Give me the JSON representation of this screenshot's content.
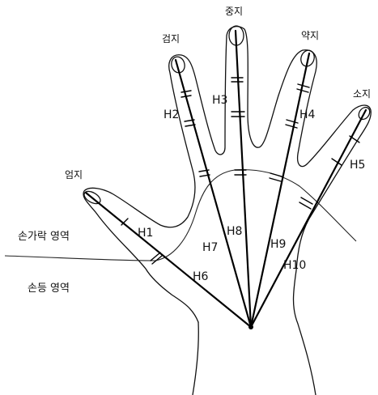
{
  "finger_names": {
    "thumb": "엄지",
    "index": "검지",
    "middle": "중지",
    "ring": "약지",
    "little": "소지"
  },
  "measurement_labels": {
    "h1": "H1",
    "h2": "H2",
    "h3": "H3",
    "h4": "H4",
    "h5": "H5",
    "h6": "H6",
    "h7": "H7",
    "h8": "H8",
    "h9": "H9",
    "h10": "H10"
  },
  "region_labels": {
    "finger_region": "손가락 영역",
    "back_of_hand_region": "손등 영역"
  }
}
